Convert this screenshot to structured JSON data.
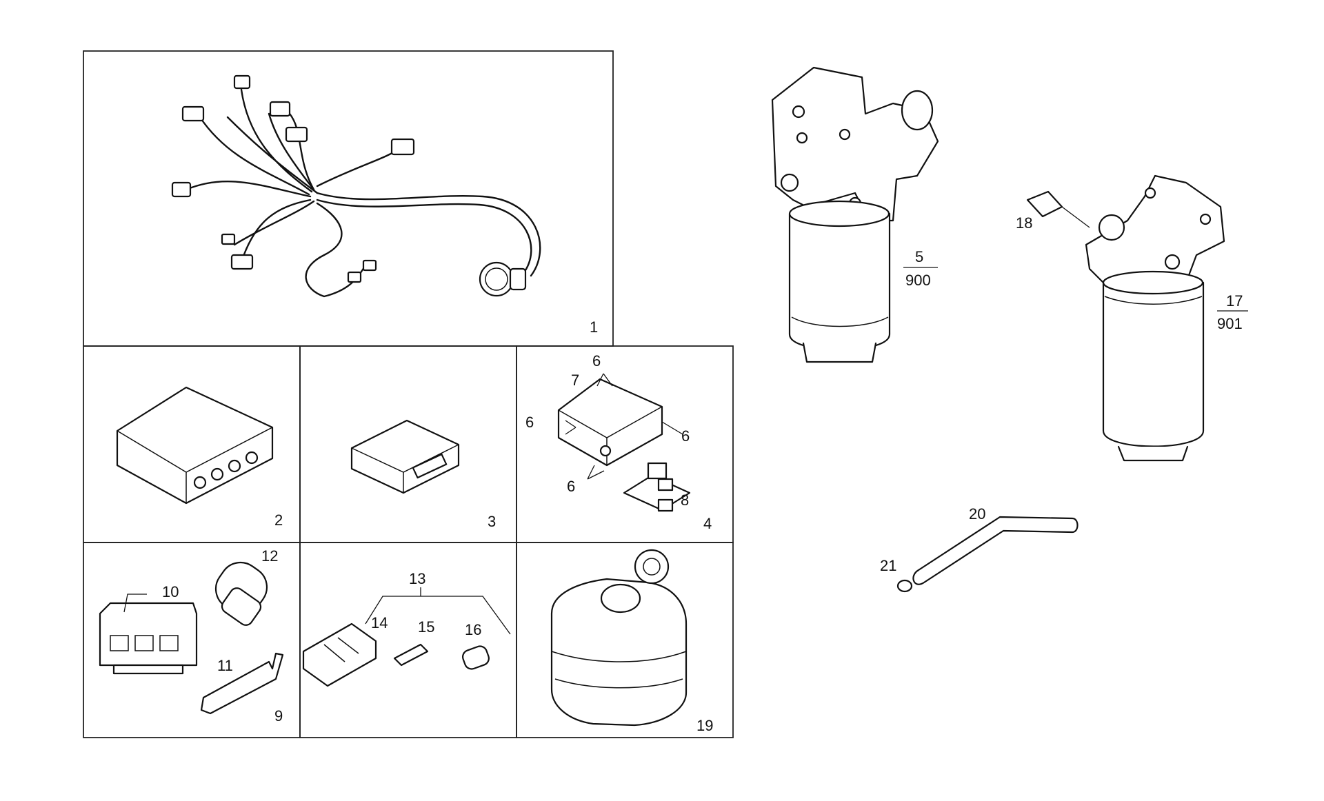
{
  "callouts": {
    "c1": "1",
    "c2": "2",
    "c3": "3",
    "c4": "4",
    "c5": "5",
    "c900": "900",
    "c6a": "6",
    "c6b": "6",
    "c6c": "6",
    "c6d": "6",
    "c7": "7",
    "c8": "8",
    "c9": "9",
    "c10": "10",
    "c11": "11",
    "c12": "12",
    "c13": "13",
    "c14": "14",
    "c15": "15",
    "c16": "16",
    "c17": "17",
    "c901": "901",
    "c18": "18",
    "c19": "19",
    "c20": "20",
    "c21": "21"
  },
  "icons": [
    "wiring-harness",
    "control-unit",
    "module",
    "housing",
    "fuel-filter",
    "connector",
    "tank"
  ]
}
